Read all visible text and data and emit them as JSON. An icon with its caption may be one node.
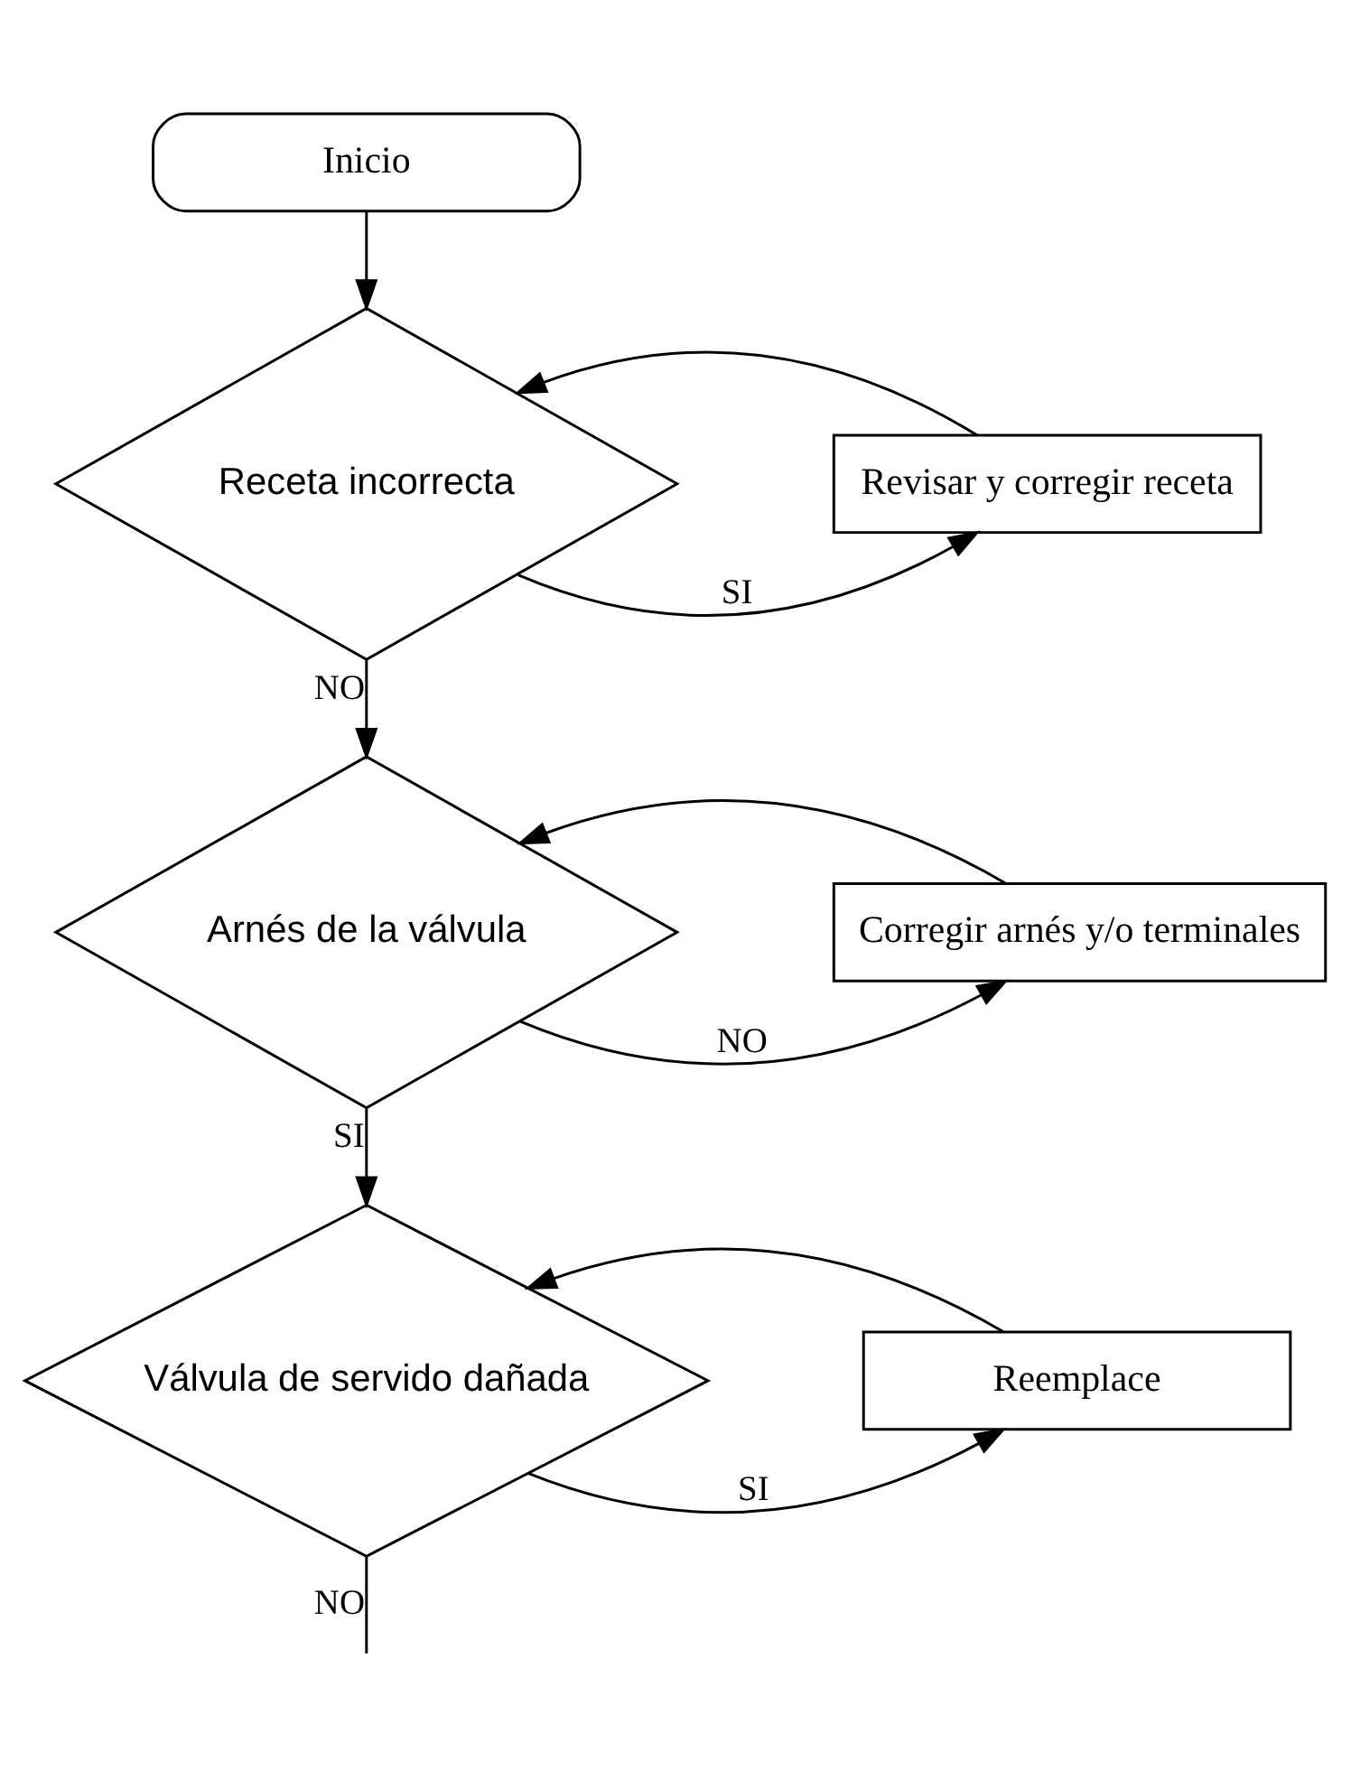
{
  "diagram": {
    "nodes": [
      {
        "text": [
          "Inicio"
        ]
      },
      {
        "text": [
          "Receta incorrecta"
        ]
      },
      {
        "text": [
          "Revisar y corregir receta"
        ]
      },
      {
        "text": [
          "Arnés de la válvula"
        ]
      },
      {
        "text": [
          "Corregir arnés y/o terminales"
        ]
      },
      {
        "text": [
          "Válvula de servido dañada"
        ]
      },
      {
        "text": [
          "Reemplace"
        ]
      }
    ],
    "edges": [
      {
        "from": 0,
        "to": 1,
        "arrow": "to"
      },
      {
        "from": 1,
        "to": 2,
        "arrow": "to",
        "label": "SI"
      },
      {
        "from": 2,
        "to": 1,
        "arrow": "to"
      },
      {
        "from": 1,
        "to": 3,
        "arrow": "to",
        "label": "NO"
      },
      {
        "from": 3,
        "to": 4,
        "arrow": "to",
        "label": "NO"
      },
      {
        "from": 4,
        "to": 3,
        "arrow": "to"
      },
      {
        "from": 3,
        "to": 5,
        "arrow": "to",
        "label": "SI"
      },
      {
        "from": 5,
        "to": 6,
        "arrow": "to",
        "label": "SI"
      },
      {
        "from": 6,
        "to": 5,
        "arrow": "to"
      },
      {
        "from": 5,
        "to": null,
        "arrow": "none",
        "label": "NO"
      }
    ]
  }
}
